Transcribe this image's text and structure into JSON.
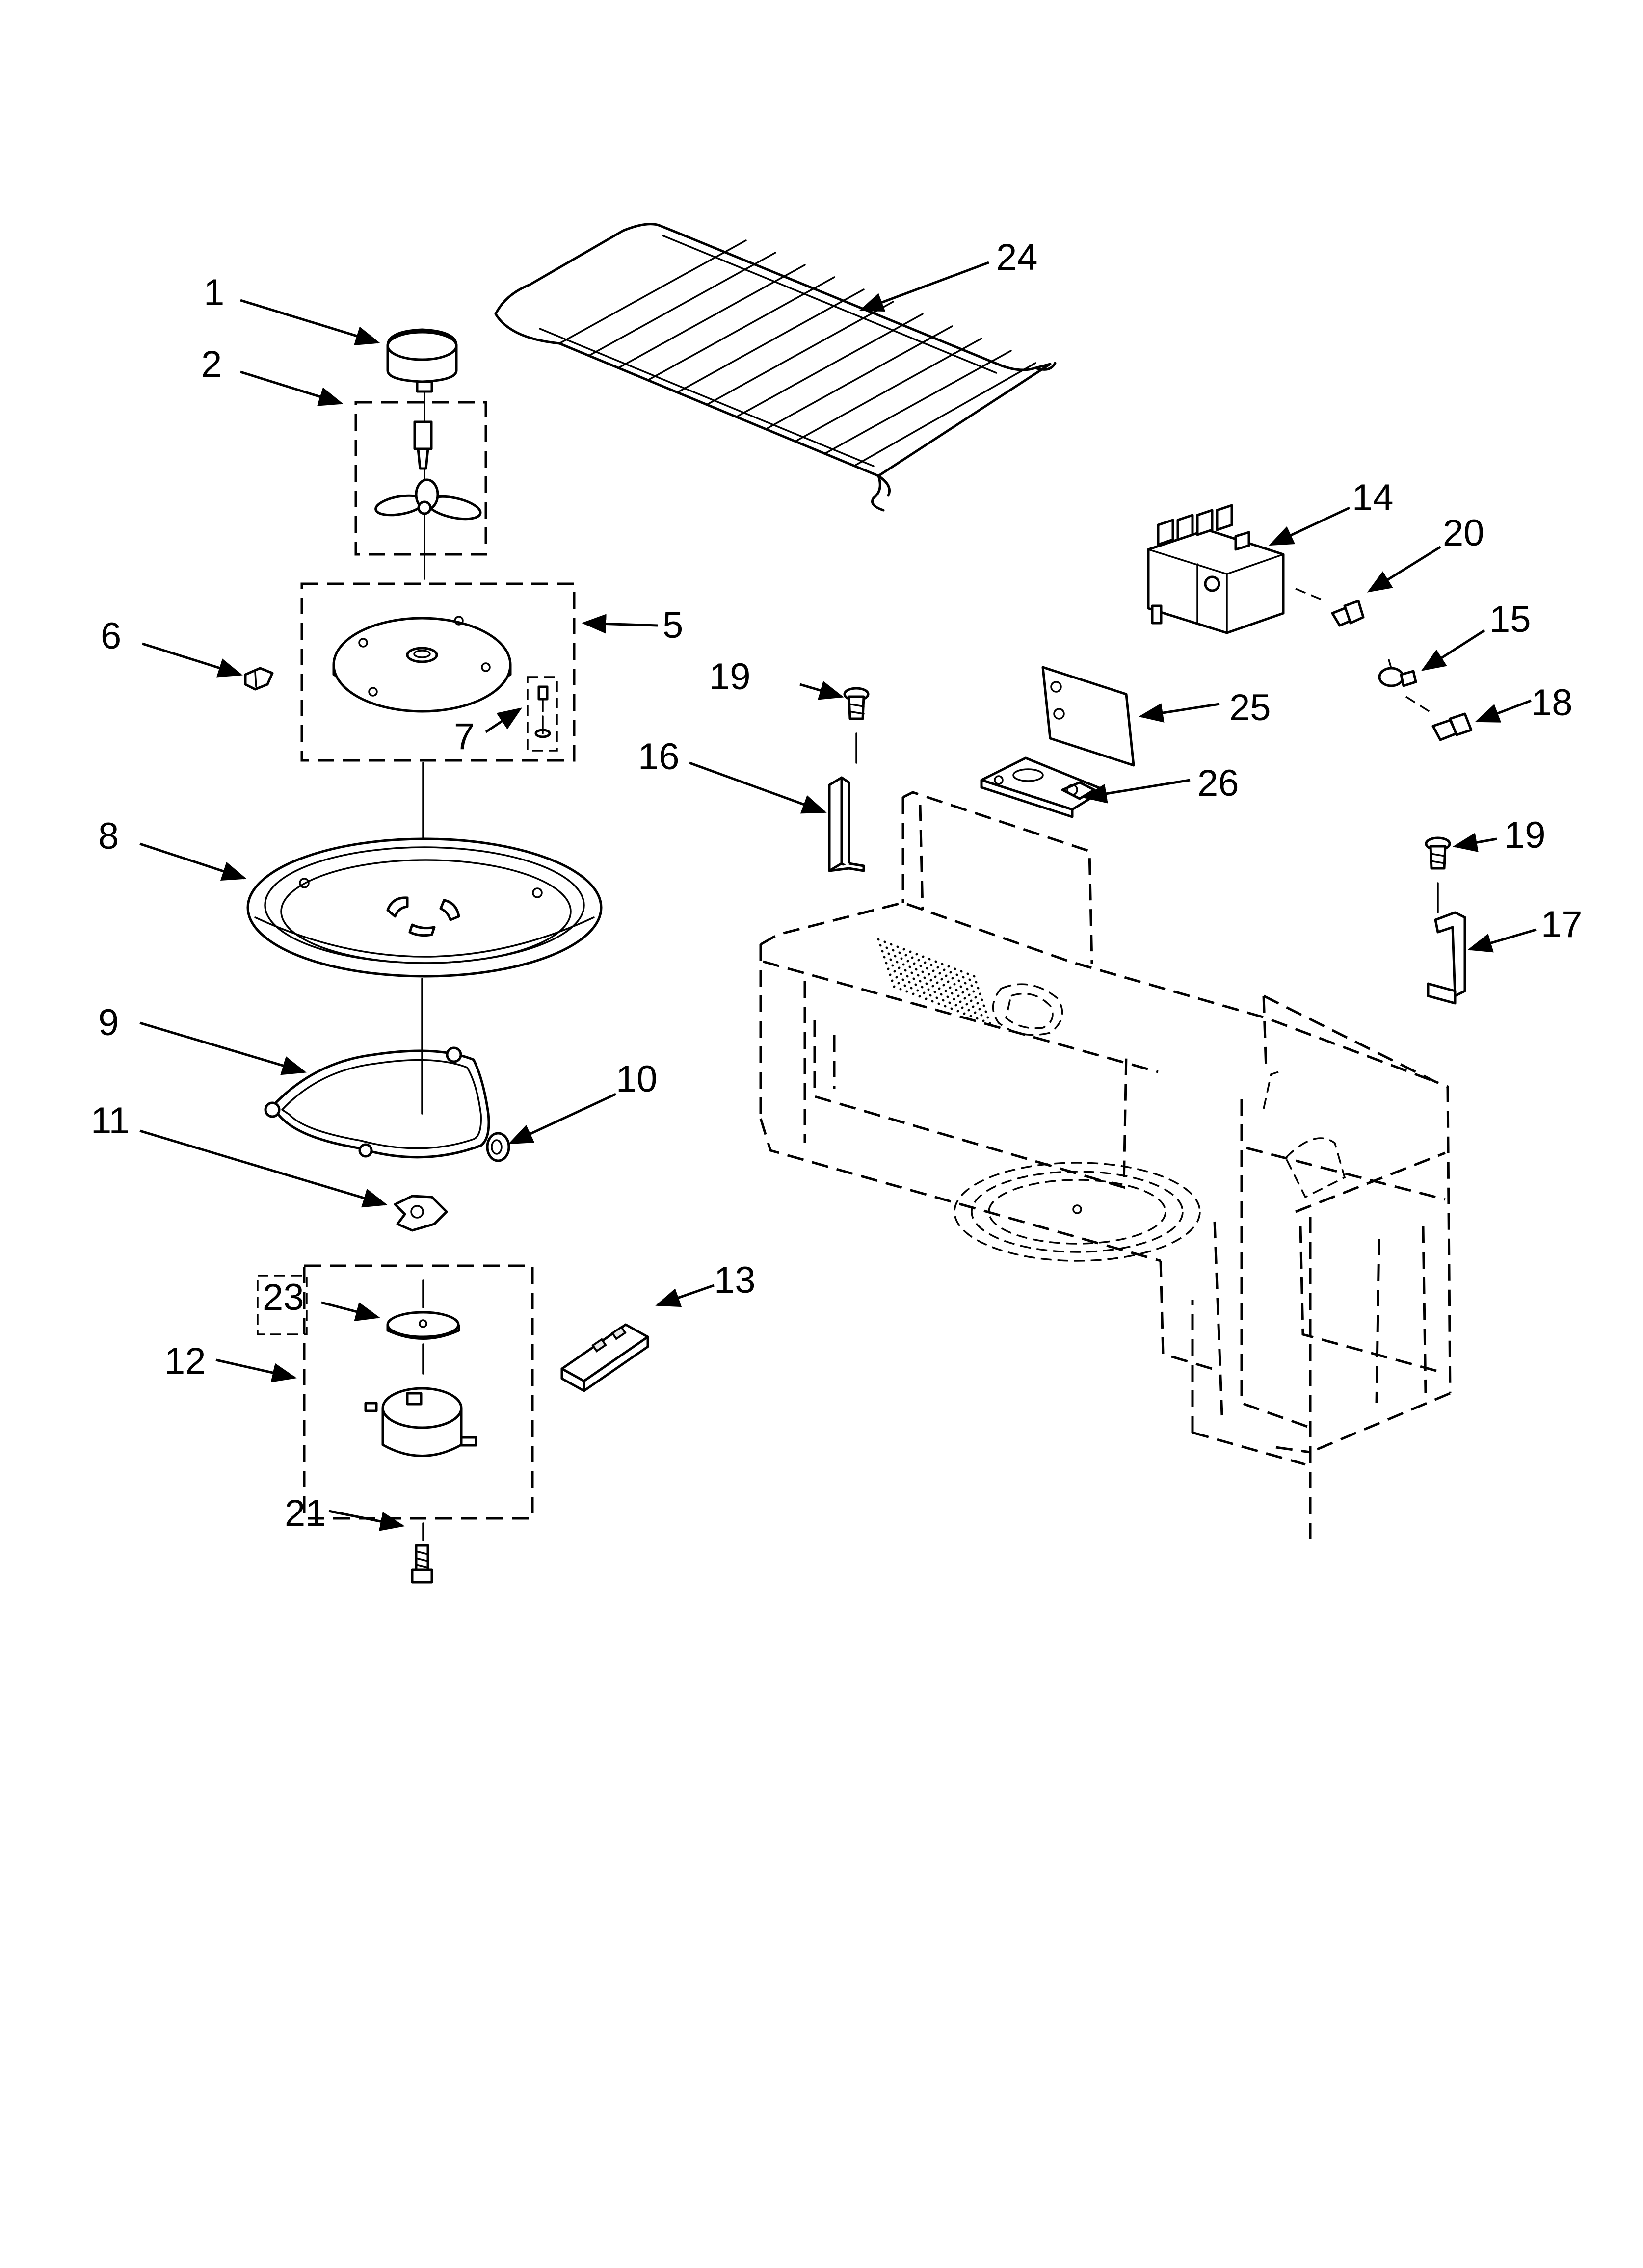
{
  "callouts": {
    "c1": "1",
    "c2": "2",
    "c5": "5",
    "c6": "6",
    "c7": "7",
    "c8": "8",
    "c9": "9",
    "c10": "10",
    "c11": "11",
    "c12": "12",
    "c13": "13",
    "c14": "14",
    "c15": "15",
    "c16": "16",
    "c17": "17",
    "c18": "18",
    "c19a": "19",
    "c19b": "19",
    "c20": "20",
    "c21": "21",
    "c23": "23",
    "c24": "24",
    "c25": "25",
    "c26": "26"
  }
}
